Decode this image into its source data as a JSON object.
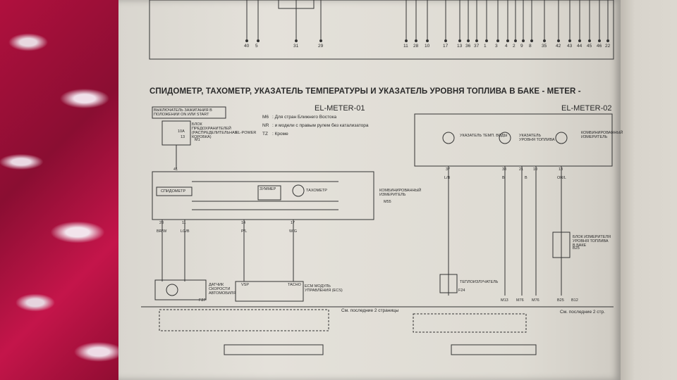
{
  "title": "СПИДОМЕТР, ТАХОМЕТР, УКАЗАТЕЛЬ ТЕМПЕРАТУРЫ И УКАЗАТЕЛЬ УРОВНЯ ТОПЛИВА В БАКЕ - METER -",
  "sheets": [
    "EL-METER-01",
    "EL-METER-02"
  ],
  "top_pin_numbers": [
    "40",
    "5",
    "31",
    "29",
    "11",
    "28",
    "10",
    "17",
    "13",
    "36",
    "37",
    "1",
    "3",
    "4",
    "2",
    "9",
    "8",
    "35",
    "42",
    "43",
    "44",
    "45",
    "46",
    "22"
  ],
  "legend": [
    {
      "code": "M6",
      "text": ": Для стран Ближнего Востока"
    },
    {
      "code": "NR",
      "text": ": и модели с правым рулем без катализатора"
    },
    {
      "code": "TZ",
      "text": ": Кроме"
    }
  ],
  "components": {
    "ignition": "ВЫКЛЮЧАТЕЛЬ ЗАЖИГАНИЯ В ПОЛОЖЕНИИ ON ИЛИ START",
    "fuse_block": "БЛОК ПРЕДОХРАНИТЕЛЕЙ (РАСПРЕДЕЛИТЕЛЬНАЯ КОРОБКА)",
    "fuse_rating": "10A",
    "fuse_num": "13",
    "fuse_conn": "M1",
    "el_power": "EL-POWER",
    "speedometer": "СПИДОМЕТР",
    "buzzer": "ЗУММЕР",
    "tachometer": "ТАХОМЕТР",
    "combo_meter": "КОМБИНИРОВАННЫЙ ИЗМЕРИТЕЛЬ",
    "combo_conn": "M55",
    "speed_sensor": "ДАТЧИК СКОРОСТИ АВТОМОБИЛЯ",
    "speed_conn": "F27",
    "ecm": "ECM МОДУЛЬ УПРАВЛЕНИЯ (ECS)",
    "vsp": "VSP",
    "tacho": "TACHO",
    "temp_gauge": "УКАЗАТЕЛЬ ТЕМП. ВОДЫ",
    "fuel_gauge": "УКАЗАТЕЛЬ УРОВНЯ ТОПЛИВА",
    "thermo": "ТЕПЛОИЗЛУЧАТЕЛЬ",
    "thermo_conn": "F24",
    "fuel_unit": "БЛОК ИЗМЕРИТЕЛЯ УРОВНЯ ТОПЛИВА В БАКЕ",
    "fuel_conn": "B25"
  },
  "wire_colors": {
    "left": [
      "BR/W",
      "LG/B",
      "P/L",
      "W/G"
    ],
    "right": [
      "L/B",
      "B",
      "B",
      "OR/L"
    ]
  },
  "pin_labels": [
    "41",
    "28",
    "11",
    "14",
    "17",
    "37",
    "38",
    "21",
    "10",
    "13"
  ],
  "ground_labels": [
    "M13",
    "M76",
    "M76",
    "B25",
    "B12"
  ],
  "notes": {
    "see_pages_left": "См. последние 2 страницы",
    "see_pages_right": "См. последние 2 стр."
  }
}
